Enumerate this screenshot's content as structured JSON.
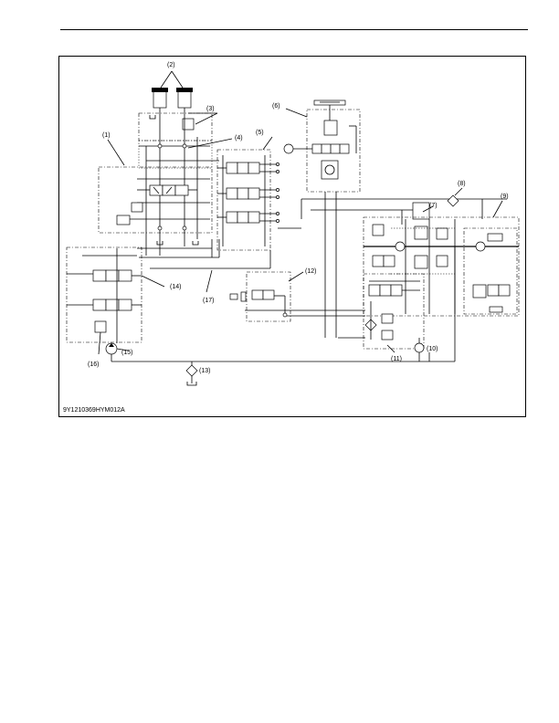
{
  "diagram": {
    "labels": {
      "l1": "(1)",
      "l2": "(2)",
      "l3": "(3)",
      "l4": "(4)",
      "l5": "(5)",
      "l6": "(6)",
      "l7": "(7)",
      "l8": "(8)",
      "l9": "(9)",
      "l10": "(10)",
      "l11": "(11)",
      "l12": "(12)",
      "l13": "(13)",
      "l14": "(14)",
      "l15": "(15)",
      "l16": "(16)",
      "l17": "(17)"
    },
    "figure_code": "9Y1210369HYM012A"
  }
}
